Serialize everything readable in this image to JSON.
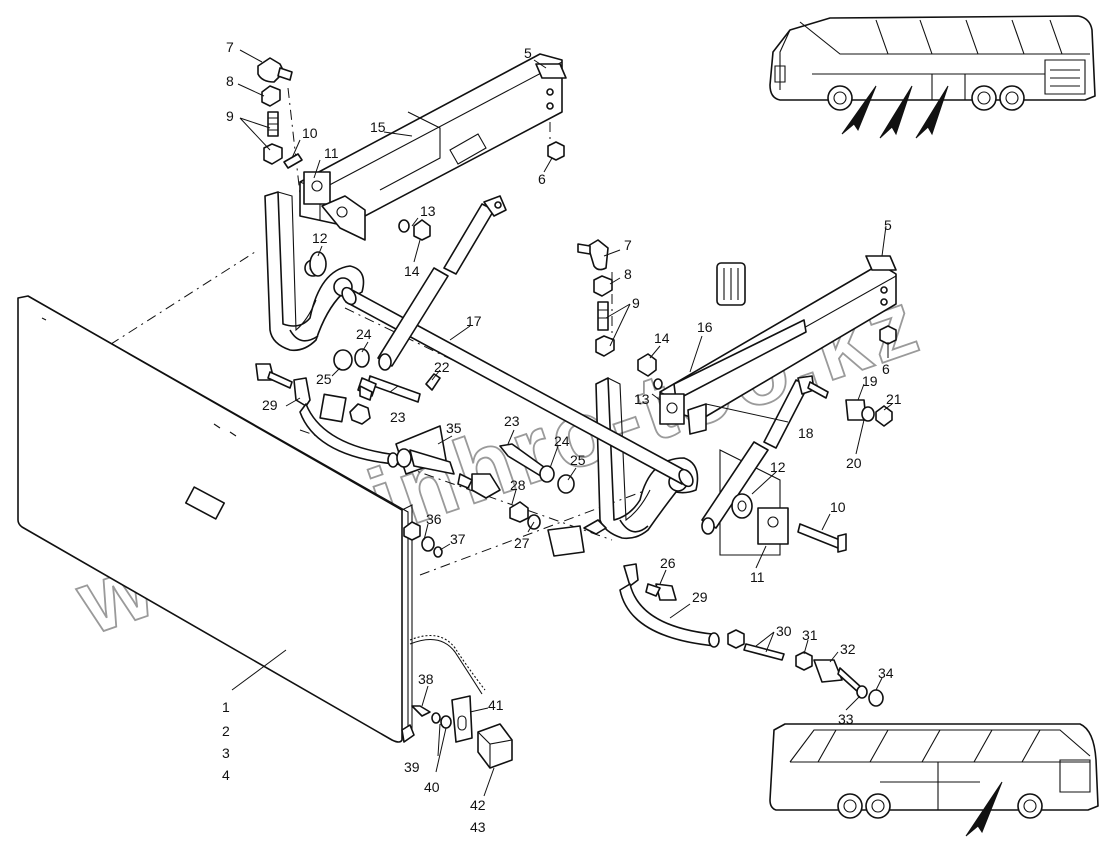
{
  "watermark": "www.sinhro-too.kz",
  "callouts": [
    {
      "id": "c7a",
      "text": "7"
    },
    {
      "id": "c8a",
      "text": "8"
    },
    {
      "id": "c9a",
      "text": "9"
    },
    {
      "id": "c10a",
      "text": "10"
    },
    {
      "id": "c11a",
      "text": "11"
    },
    {
      "id": "c15",
      "text": "15"
    },
    {
      "id": "c5a",
      "text": "5"
    },
    {
      "id": "c6a",
      "text": "6"
    },
    {
      "id": "c13a",
      "text": "13"
    },
    {
      "id": "c14a",
      "text": "14"
    },
    {
      "id": "c12a",
      "text": "12"
    },
    {
      "id": "c17",
      "text": "17"
    },
    {
      "id": "c24a",
      "text": "24"
    },
    {
      "id": "c25a",
      "text": "25"
    },
    {
      "id": "c22",
      "text": "22"
    },
    {
      "id": "c23a",
      "text": "23"
    },
    {
      "id": "c29a",
      "text": "29"
    },
    {
      "id": "c35",
      "text": "35"
    },
    {
      "id": "c23b",
      "text": "23"
    },
    {
      "id": "c24b",
      "text": "24"
    },
    {
      "id": "c25b",
      "text": "25"
    },
    {
      "id": "c28",
      "text": "28"
    },
    {
      "id": "c27",
      "text": "27"
    },
    {
      "id": "c36",
      "text": "36"
    },
    {
      "id": "c37",
      "text": "37"
    },
    {
      "id": "c7b",
      "text": "7"
    },
    {
      "id": "c8b",
      "text": "8"
    },
    {
      "id": "c9b",
      "text": "9"
    },
    {
      "id": "c5b",
      "text": "5"
    },
    {
      "id": "c6b",
      "text": "6"
    },
    {
      "id": "c14b",
      "text": "14"
    },
    {
      "id": "c16",
      "text": "16"
    },
    {
      "id": "c13b",
      "text": "13"
    },
    {
      "id": "c18",
      "text": "18"
    },
    {
      "id": "c19",
      "text": "19"
    },
    {
      "id": "c21",
      "text": "21"
    },
    {
      "id": "c20",
      "text": "20"
    },
    {
      "id": "c12b",
      "text": "12"
    },
    {
      "id": "c10b",
      "text": "10"
    },
    {
      "id": "c11b",
      "text": "11"
    },
    {
      "id": "c26",
      "text": "26"
    },
    {
      "id": "c29b",
      "text": "29"
    },
    {
      "id": "c30",
      "text": "30"
    },
    {
      "id": "c31",
      "text": "31"
    },
    {
      "id": "c32",
      "text": "32"
    },
    {
      "id": "c34",
      "text": "34"
    },
    {
      "id": "c33",
      "text": "33"
    },
    {
      "id": "c38",
      "text": "38"
    },
    {
      "id": "c41",
      "text": "41"
    },
    {
      "id": "c39",
      "text": "39"
    },
    {
      "id": "c40",
      "text": "40"
    },
    {
      "id": "c42",
      "text": "42"
    },
    {
      "id": "c43",
      "text": "43"
    },
    {
      "id": "c1",
      "text": "1"
    },
    {
      "id": "c2",
      "text": "2"
    },
    {
      "id": "c3",
      "text": "3"
    },
    {
      "id": "c4",
      "text": "4"
    }
  ]
}
